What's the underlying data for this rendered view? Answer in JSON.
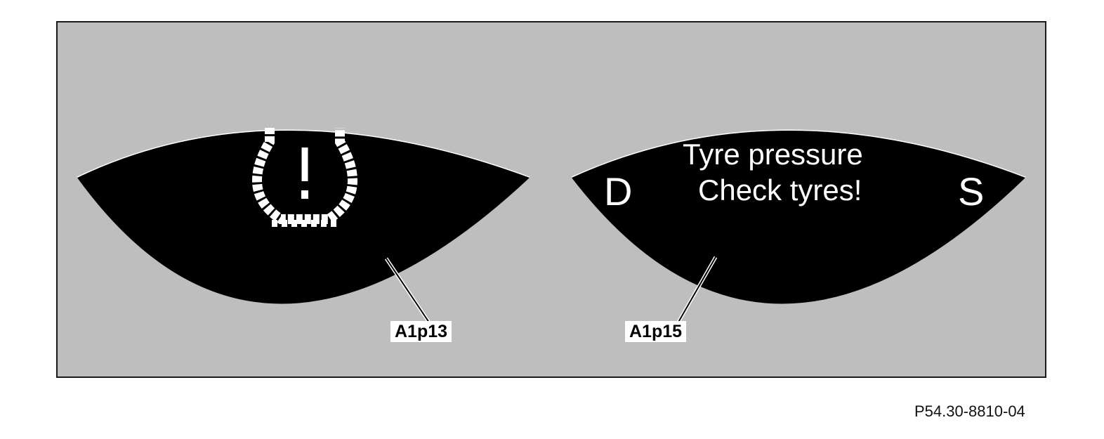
{
  "colors": {
    "background": "#bebebe",
    "display": "#000000",
    "display_text": "#ffffff",
    "border": "#1a1a1a"
  },
  "left_display": {
    "icon": "tyre-pressure-warning-icon",
    "callout": "A1p13"
  },
  "right_display": {
    "message_line1": "Tyre pressure",
    "message_line2": "Check tyres!",
    "left_char": "D",
    "right_char": "S",
    "callout": "A1p15"
  },
  "figure_ref": "P54.30-8810-04"
}
